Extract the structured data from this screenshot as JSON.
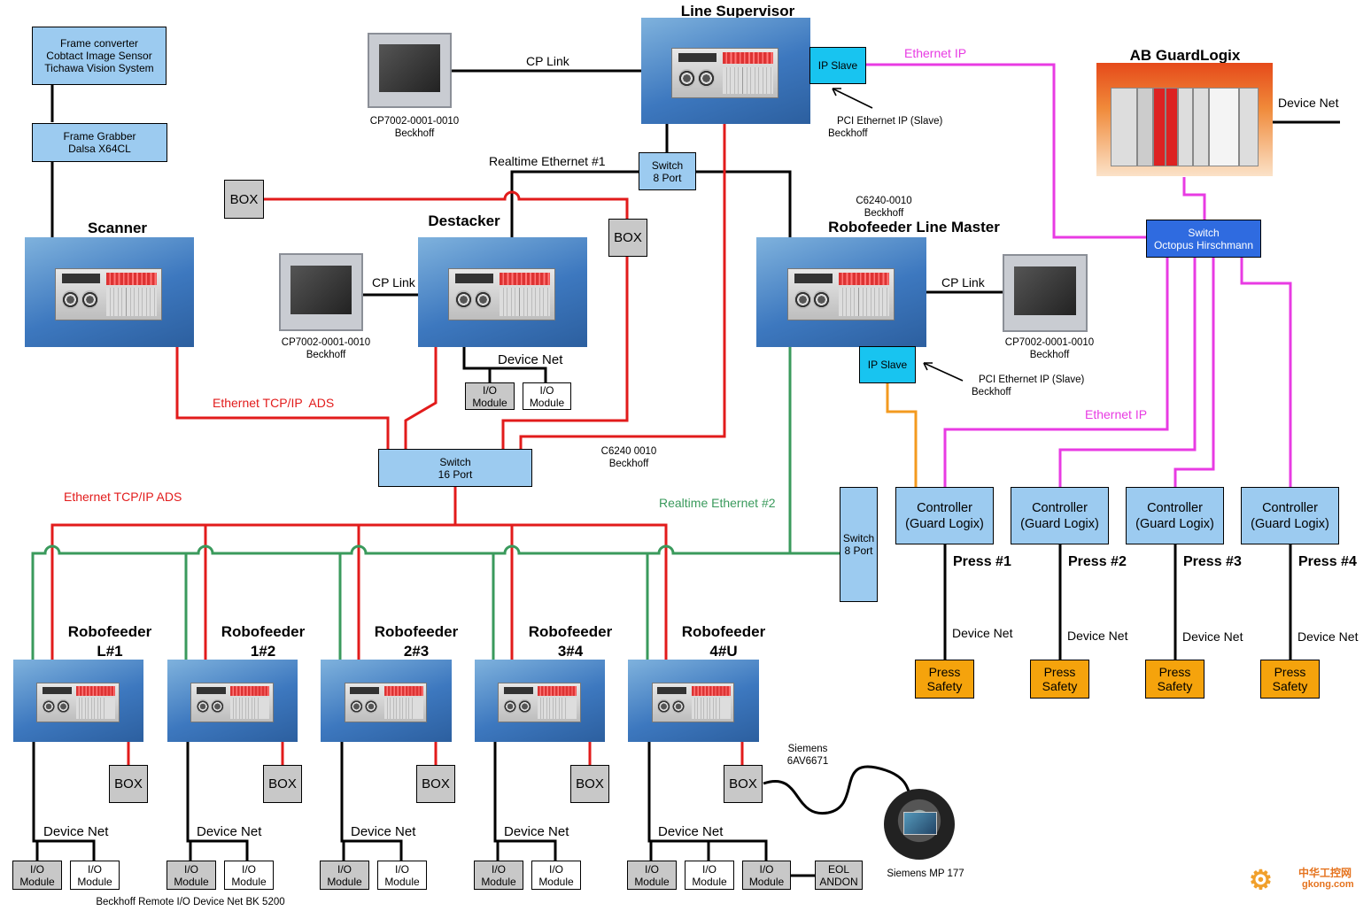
{
  "line_supervisor": {
    "title": "Line Supervisor",
    "ip_slave": "IP Slave",
    "pci_note": [
      "PCI Ethernet IP (Slave)",
      "Beckhoff"
    ]
  },
  "frame_converter": [
    "Frame converter",
    "Cobtact Image Sensor",
    "Tichawa Vision System"
  ],
  "frame_grabber": [
    "Frame Grabber",
    "Dalsa X64CL"
  ],
  "cp_top": {
    "link": "CP Link",
    "caption": [
      "CP7002-0001-0010",
      "Beckhoff"
    ]
  },
  "ethernet_ip_top": "Ethernet IP",
  "guardlogix": {
    "title": "AB GuardLogix",
    "device_net": "Device Net"
  },
  "switch_8_top": [
    "Switch",
    "8 Port"
  ],
  "realtime_1": "Realtime Ethernet #1",
  "box_label": "BOX",
  "scanner": {
    "title": "Scanner"
  },
  "destacker": {
    "title": "Destacker",
    "device_net": "Device Net",
    "cp_link": "CP Link",
    "cp_caption": [
      "CP7002-0001-0010",
      "Beckhoff"
    ]
  },
  "io_module": [
    "I/O",
    "Module"
  ],
  "line_master": {
    "title": "Robofeeder Line Master",
    "caption": [
      "C6240-0010",
      "Beckhoff"
    ],
    "ip_slave": "IP Slave",
    "pci_note": [
      "PCI Ethernet IP (Slave)",
      "Beckhoff"
    ],
    "cp_link": "CP Link",
    "cp_caption": [
      "CP7002-0001-0010",
      "Beckhoff"
    ]
  },
  "octopus_switch": [
    "Switch",
    "Octopus Hirschmann"
  ],
  "ethernet_ip_right": "Ethernet IP",
  "ethernet_tcp_1": "Ethernet TCP/IP  ADS",
  "ethernet_tcp_2": "Ethernet TCP/IP ADS",
  "switch_16": [
    "Switch",
    "16 Port"
  ],
  "c6240_note": [
    "C6240 0010",
    "Beckhoff"
  ],
  "realtime_2": "Realtime Ethernet #2",
  "switch_8_bottom": [
    "Switch",
    "8 Port"
  ],
  "controllers": [
    {
      "label": [
        "Controller",
        "(Guard Logix)"
      ],
      "press": "Press #1",
      "device_net": "Device Net",
      "safety": [
        "Press",
        "Safety"
      ]
    },
    {
      "label": [
        "Controller",
        "(Guard Logix)"
      ],
      "press": "Press #2",
      "device_net": "Device Net",
      "safety": [
        "Press",
        "Safety"
      ]
    },
    {
      "label": [
        "Controller",
        "(Guard Logix)"
      ],
      "press": "Press #3",
      "device_net": "Device Net",
      "safety": [
        "Press",
        "Safety"
      ]
    },
    {
      "label": [
        "Controller",
        "(Guard Logix)"
      ],
      "press": "Press #4",
      "device_net": "Device Net",
      "safety": [
        "Press",
        "Safety"
      ]
    }
  ],
  "robofeeders": [
    {
      "title": [
        "Robofeeder",
        "L#1"
      ],
      "device_net": "Device Net"
    },
    {
      "title": [
        "Robofeeder",
        "1#2"
      ],
      "device_net": "Device Net"
    },
    {
      "title": [
        "Robofeeder",
        "2#3"
      ],
      "device_net": "Device Net"
    },
    {
      "title": [
        "Robofeeder",
        "3#4"
      ],
      "device_net": "Device Net"
    },
    {
      "title": [
        "Robofeeder",
        "4#U"
      ],
      "device_net": "Device Net"
    }
  ],
  "eol_andon": [
    "EOL",
    "ANDON"
  ],
  "siemens_cable": [
    "Siemens",
    "6AV6671"
  ],
  "siemens_mp": "Siemens MP 177",
  "beckhoff_remote": "Beckhoff Remote I/O Device Net BK 5200",
  "watermark": [
    "中华工控网",
    "gkong.com"
  ],
  "colors": {
    "red": "#e21b1b",
    "green": "#3a9a5c",
    "magenta": "#e83be3",
    "orange": "#f39a1f",
    "black": "#000000"
  }
}
